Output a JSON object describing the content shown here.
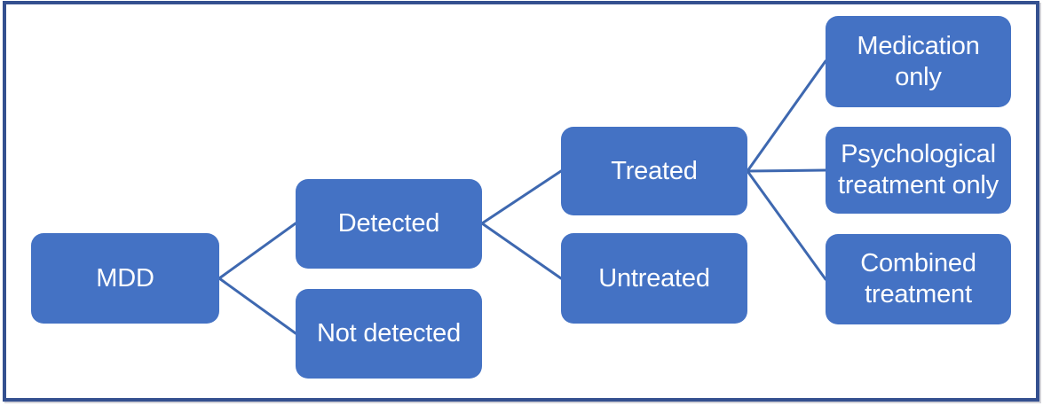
{
  "diagram": {
    "type": "tree-flow",
    "direction": "left-to-right",
    "nodes": [
      {
        "id": "mdd",
        "label": "MDD"
      },
      {
        "id": "detected",
        "label": "Detected"
      },
      {
        "id": "not-detected",
        "label": "Not detected"
      },
      {
        "id": "treated",
        "label": "Treated"
      },
      {
        "id": "untreated",
        "label": "Untreated"
      },
      {
        "id": "medication-only",
        "label": "Medication\nonly"
      },
      {
        "id": "psychological-treatment-only",
        "label": "Psychological\ntreatment only"
      },
      {
        "id": "combined-treatment",
        "label": "Combined\ntreatment"
      }
    ],
    "edges": [
      {
        "from": "mdd",
        "to": "detected"
      },
      {
        "from": "mdd",
        "to": "not-detected"
      },
      {
        "from": "detected",
        "to": "treated"
      },
      {
        "from": "detected",
        "to": "untreated"
      },
      {
        "from": "treated",
        "to": "medication-only"
      },
      {
        "from": "treated",
        "to": "psychological-treatment-only"
      },
      {
        "from": "treated",
        "to": "combined-treatment"
      }
    ],
    "colors": {
      "node_fill": "#4472C4",
      "node_text": "#FFFFFF",
      "connector": "#3E68B0",
      "frame_border": "#34508F"
    }
  }
}
